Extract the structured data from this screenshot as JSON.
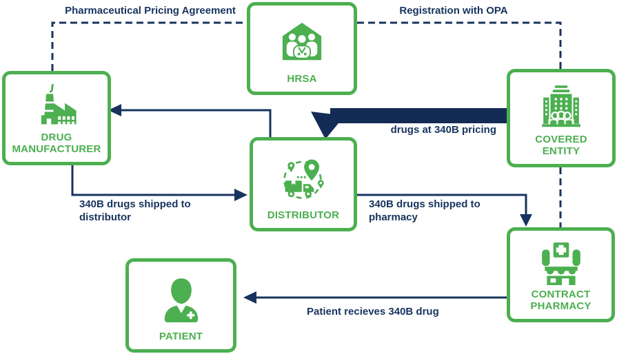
{
  "colors": {
    "green": "#4CAF50",
    "navy": "#17335E",
    "navy_bar": "#142C55",
    "background": "#FFFFFF"
  },
  "nodes": {
    "hrsa": {
      "label": "HRSA",
      "icon": "medical-team-house-icon"
    },
    "drug_manufacturer": {
      "label": "DRUG MANUFACTURER",
      "icon": "factory-icon"
    },
    "covered_entity": {
      "label": "COVERED ENTITY",
      "icon": "hospital-building-icon"
    },
    "distributor": {
      "label": "DISTRIBUTOR",
      "icon": "delivery-truck-route-icon"
    },
    "contract_pharmacy": {
      "label": "CONTRACT PHARMACY",
      "icon": "pharmacy-storefront-icon"
    },
    "patient": {
      "label": "PATIENT",
      "icon": "patient-person-icon"
    }
  },
  "edges": {
    "pricing_agreement": {
      "label": "Pharmaceutical Pricing Agreement",
      "from": "drug_manufacturer",
      "to": "hrsa",
      "style": "dashed"
    },
    "registration": {
      "label": "Registration with OPA",
      "from": "hrsa",
      "to": "covered_entity",
      "style": "dashed"
    },
    "covered_entity_pharmacy_link": {
      "label": "",
      "from": "covered_entity",
      "to": "contract_pharmacy",
      "style": "dashed"
    },
    "purchase": {
      "label": "drugs at 340B pricing",
      "from": "covered_entity",
      "to": "distributor",
      "style": "thick"
    },
    "order_to_manufacturer": {
      "label": "",
      "from": "distributor",
      "to": "drug_manufacturer",
      "style": "solid"
    },
    "ship_distributor": {
      "label": "340B drugs shipped to distributor",
      "from": "drug_manufacturer",
      "to": "distributor",
      "style": "solid"
    },
    "ship_pharmacy": {
      "label": "340B drugs shipped to pharmacy",
      "from": "distributor",
      "to": "contract_pharmacy",
      "style": "solid"
    },
    "patient_receives": {
      "label": "Patient recieves 340B drug",
      "from": "contract_pharmacy",
      "to": "patient",
      "style": "solid"
    }
  }
}
